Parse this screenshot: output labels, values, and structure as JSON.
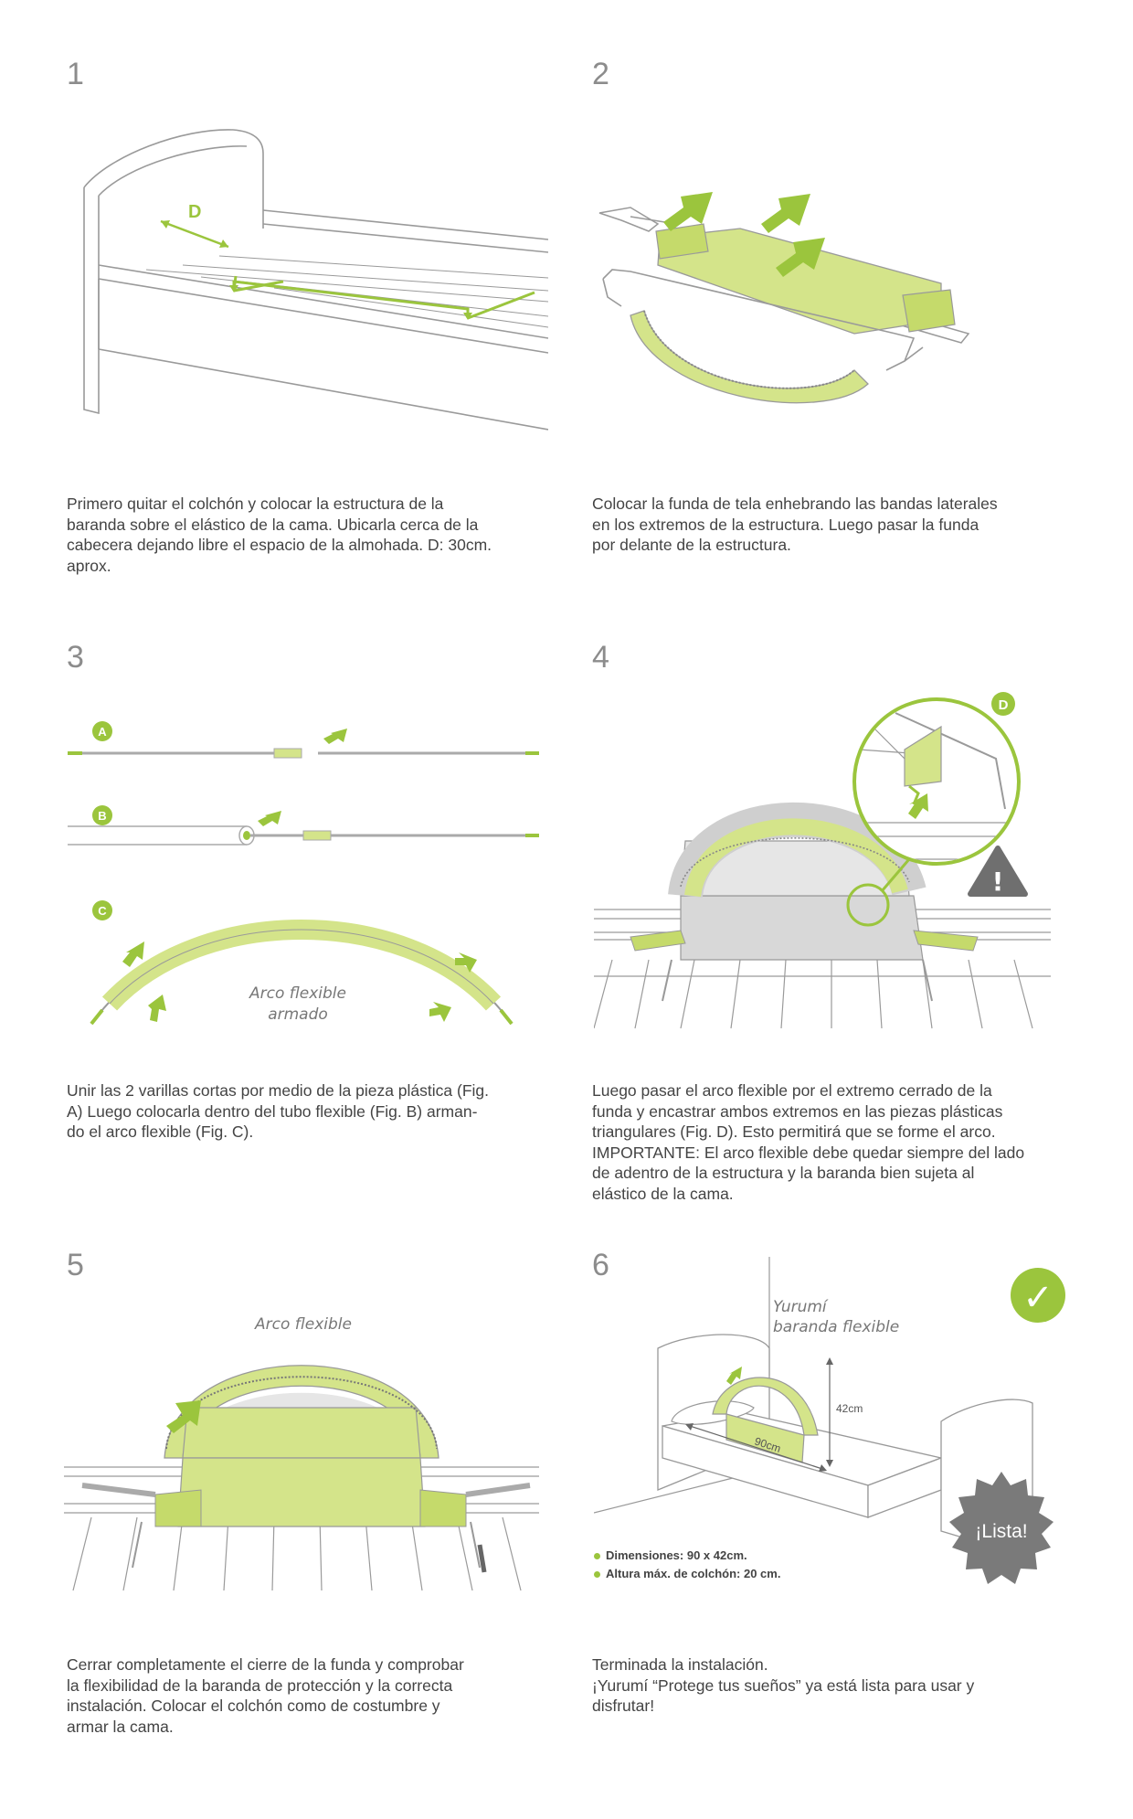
{
  "steps": [
    {
      "number": "1",
      "text": "Primero quitar el colchón y colocar la estructura de la\nbaranda sobre el elástico de la cama. Ubicarla cerca de la\ncabecera dejando libre el espacio de la almohada. D: 30cm.\naprox.",
      "labels": {
        "d": "D"
      }
    },
    {
      "number": "2",
      "text": "Colocar la funda de tela enhebrando las bandas laterales\nen los extremos de la estructura. Luego pasar la funda\npor delante de la estructura."
    },
    {
      "number": "3",
      "text": "Unir las 2 varillas cortas por medio de la pieza plástica (Fig.\nA) Luego colocarla dentro del tubo flexible (Fig. B) arman-\ndo el arco flexible (Fig. C).",
      "labels": {
        "a": "A",
        "b": "B",
        "c": "C",
        "arc_line1": "Arco flexible",
        "arc_line2": "armado"
      }
    },
    {
      "number": "4",
      "text": "Luego pasar el arco flexible por el extremo cerrado de la\nfunda y encastrar ambos extremos en las piezas plásticas\ntriangulares (Fig. D). Esto permitirá que se forme el arco.\nIMPORTANTE: El arco flexible debe quedar siempre del lado\nde adentro de la estructura y la baranda bien sujeta al\nelástico de la cama.",
      "labels": {
        "d": "D",
        "warning": "!"
      }
    },
    {
      "number": "5",
      "text": "Cerrar completamente el cierre de la funda y comprobar\nla flexibilidad de la baranda de protección y la correcta\ninstalación. Colocar el colchón como de costumbre y\narmar la cama.",
      "labels": {
        "arc": "Arco flexible"
      }
    },
    {
      "number": "6",
      "text": "Terminada la instalación.\n¡Yurumí “Protege tus sueños” ya está lista para usar y\ndisfrutar!",
      "labels": {
        "product_line1": "Yurumí",
        "product_line2": "baranda flexible",
        "height": "42cm",
        "width": "90cm",
        "badge": "¡Lista!",
        "check": "✓"
      },
      "specs": [
        "Dimensiones: 90 x 42cm.",
        "Altura máx. de colchón: 20 cm."
      ]
    }
  ],
  "colors": {
    "accent": "#9bc53d",
    "fabric": "#d4e48a",
    "fabric_dark": "#b7cf58",
    "line": "#9a9a9a",
    "number": "#8c8c8c",
    "badge": "#7a7a7a"
  }
}
